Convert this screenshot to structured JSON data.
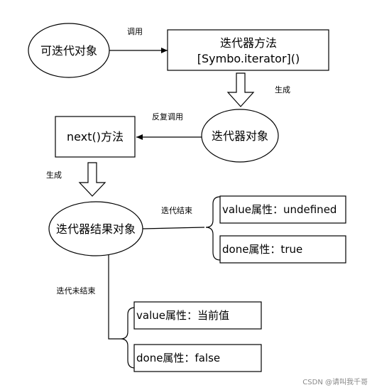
{
  "nodes": {
    "iterable": "可迭代对象",
    "iterator_method_line1": "迭代器方法",
    "iterator_method_line2": "[Symbo.iterator]()",
    "iterator_object": "迭代器对象",
    "next_method": "next()方法",
    "result_object": "迭代器结果对象",
    "done_value": "value属性：undefined",
    "done_flag": "done属性：true",
    "pending_value": "value属性：当前值",
    "pending_flag": "done属性：false"
  },
  "edges": {
    "call": "调用",
    "generate_1": "生成",
    "repeat_call": "反复调用",
    "generate_2": "生成",
    "iteration_done": "迭代结束",
    "iteration_not_done": "迭代未结束"
  },
  "watermark": "CSDN @请叫我千哥",
  "colors": {
    "stroke": "#000000",
    "background": "#ffffff",
    "watermark": "#888888"
  }
}
